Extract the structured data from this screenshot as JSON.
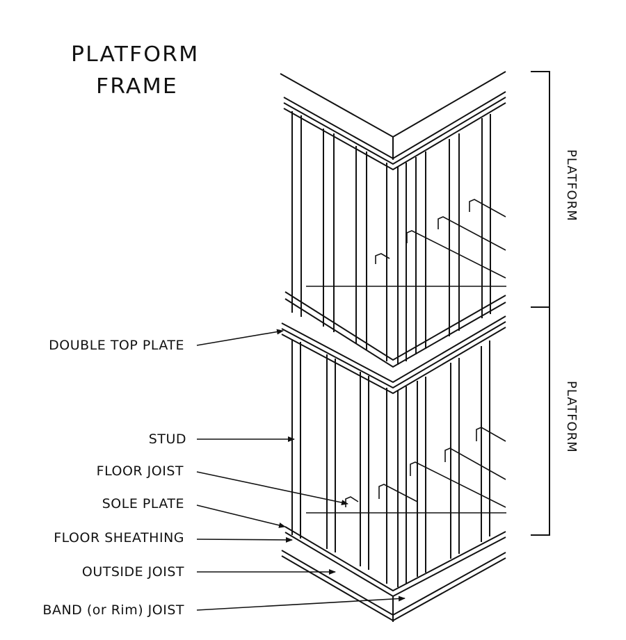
{
  "title": {
    "line1": "PLATFORM",
    "line2": "FRAME"
  },
  "labels": [
    {
      "id": "double-top-plate",
      "text": "DOUBLE TOP PLATE"
    },
    {
      "id": "stud",
      "text": "STUD"
    },
    {
      "id": "floor-joist",
      "text": "FLOOR JOIST"
    },
    {
      "id": "sole-plate",
      "text": "SOLE PLATE"
    },
    {
      "id": "floor-sheathing",
      "text": "FLOOR SHEATHING"
    },
    {
      "id": "outside-joist",
      "text": "OUTSIDE JOIST"
    },
    {
      "id": "band-joist",
      "text": "BAND (or Rim) JOIST"
    }
  ],
  "brackets": [
    {
      "id": "upper-platform",
      "text": "PLATFORM"
    },
    {
      "id": "lower-platform",
      "text": "PLATFORM"
    }
  ],
  "colors": {
    "ink": "#111111",
    "background": "#ffffff"
  }
}
